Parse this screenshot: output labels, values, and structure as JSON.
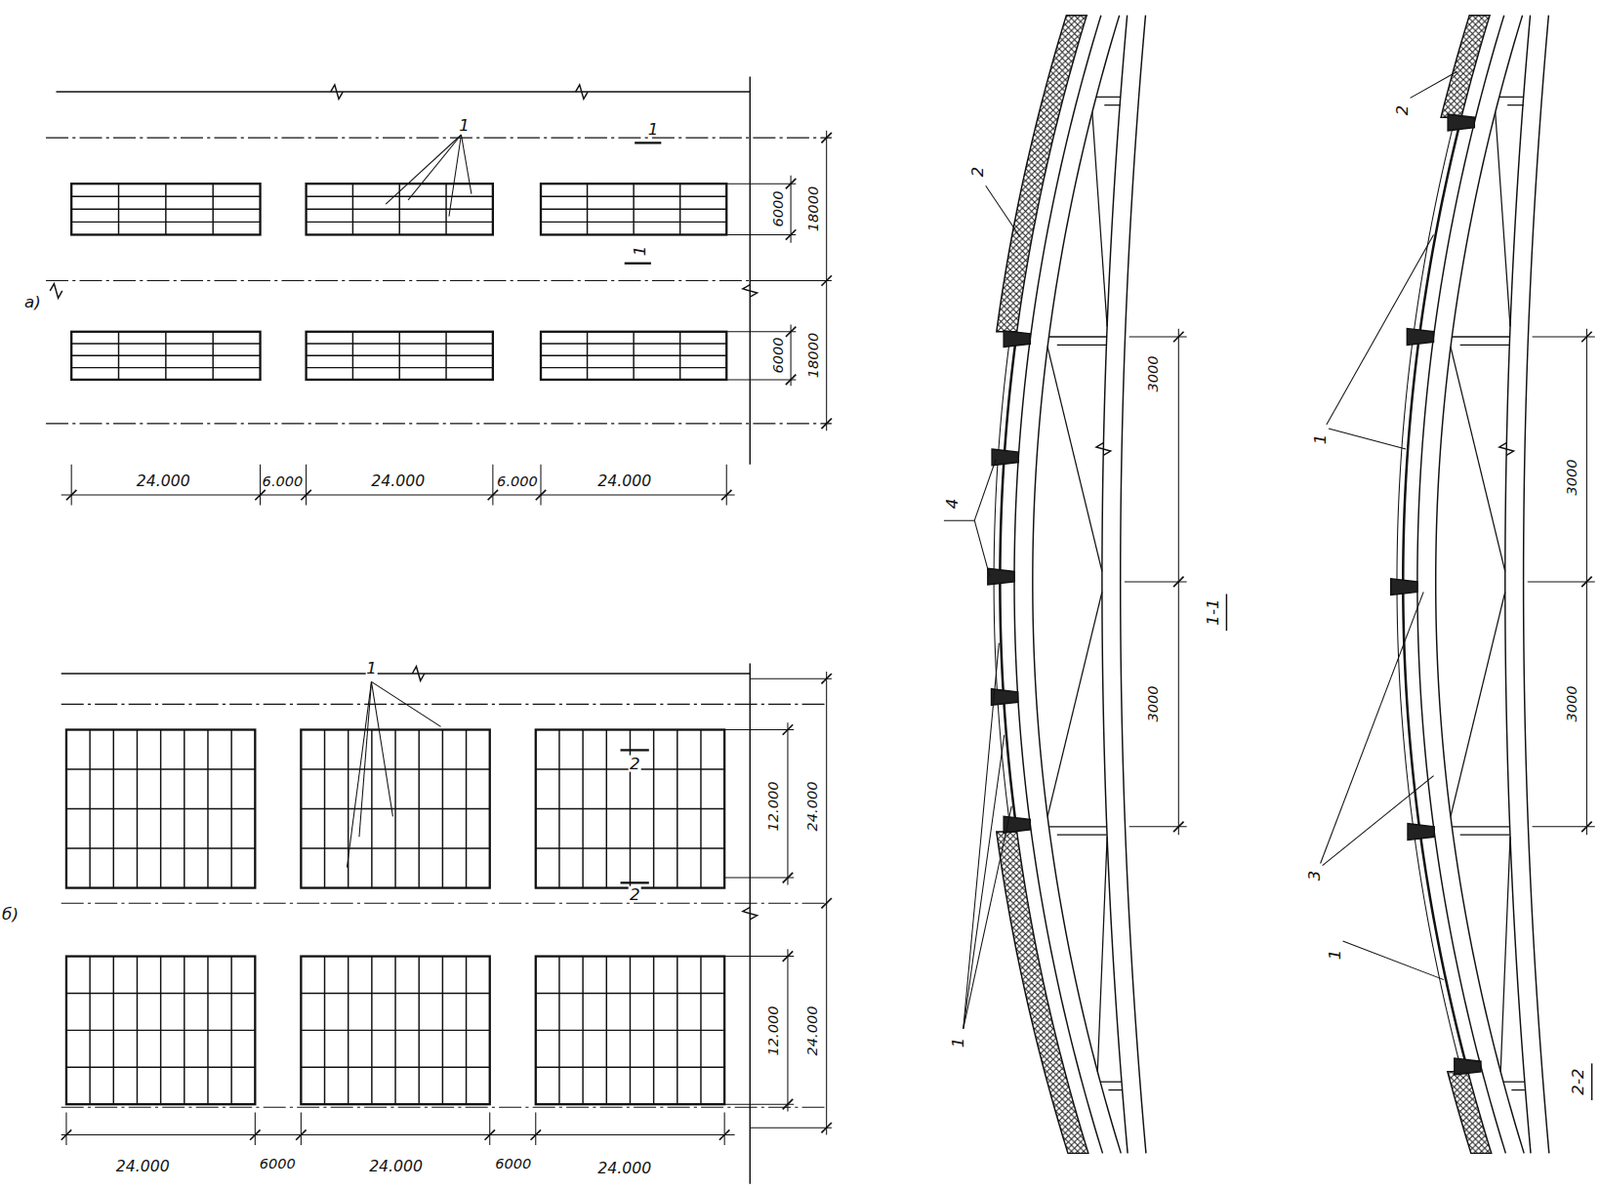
{
  "diagram": {
    "labels": [
      "1",
      "1",
      "1",
      "6000",
      "18000",
      "а)",
      "6000",
      "18000",
      "24.000",
      "6.000",
      "24.000",
      "6.000",
      "24.000",
      "1",
      "2",
      "2",
      "12.000",
      "24.000",
      "б)",
      "12.000",
      "24.000",
      "24.000",
      "6000",
      "24.000",
      "6000",
      "24.000",
      "2",
      "4",
      "1",
      "3000",
      "3000",
      "1-1",
      "2",
      "1",
      "3000",
      "3000",
      "3",
      "1",
      "2-2"
    ]
  }
}
